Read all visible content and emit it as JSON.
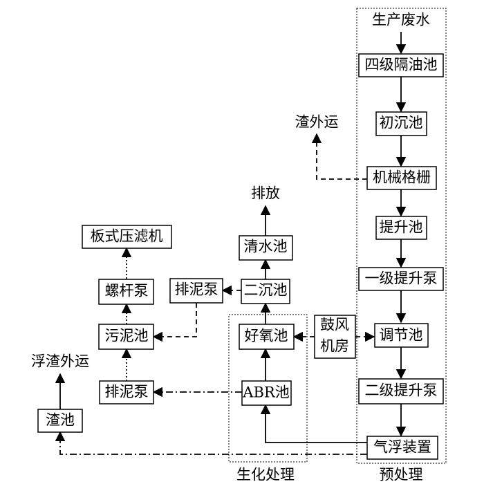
{
  "nodes": {
    "wastewater": "生产废水",
    "oil_separator": "四级隔油池",
    "primary_settling": "初沉池",
    "screen": "机械格栅",
    "lift_tank": "提升池",
    "pump1": "一级提升泵",
    "equalization": "调节池",
    "pump2": "二级提升泵",
    "flotation": "气浮装置",
    "abr": "ABR池",
    "aerobic": "好氧池",
    "secondary_settling": "二沉池",
    "clear_water": "清水池",
    "discharge": "排放",
    "blower_line1": "鼓风",
    "blower_line2": "机房",
    "sludge_pump_upper": "排泥泵",
    "sludge_pump_lower": "排泥泵",
    "sludge_tank": "污泥池",
    "screw_pump": "螺杆泵",
    "filter_press": "板式压滤机",
    "scum_tank": "渣池",
    "scum_out": "浮渣外运",
    "residue_out": "渣外运"
  },
  "regions": {
    "bio": "生化处理",
    "pre": "预处理"
  }
}
